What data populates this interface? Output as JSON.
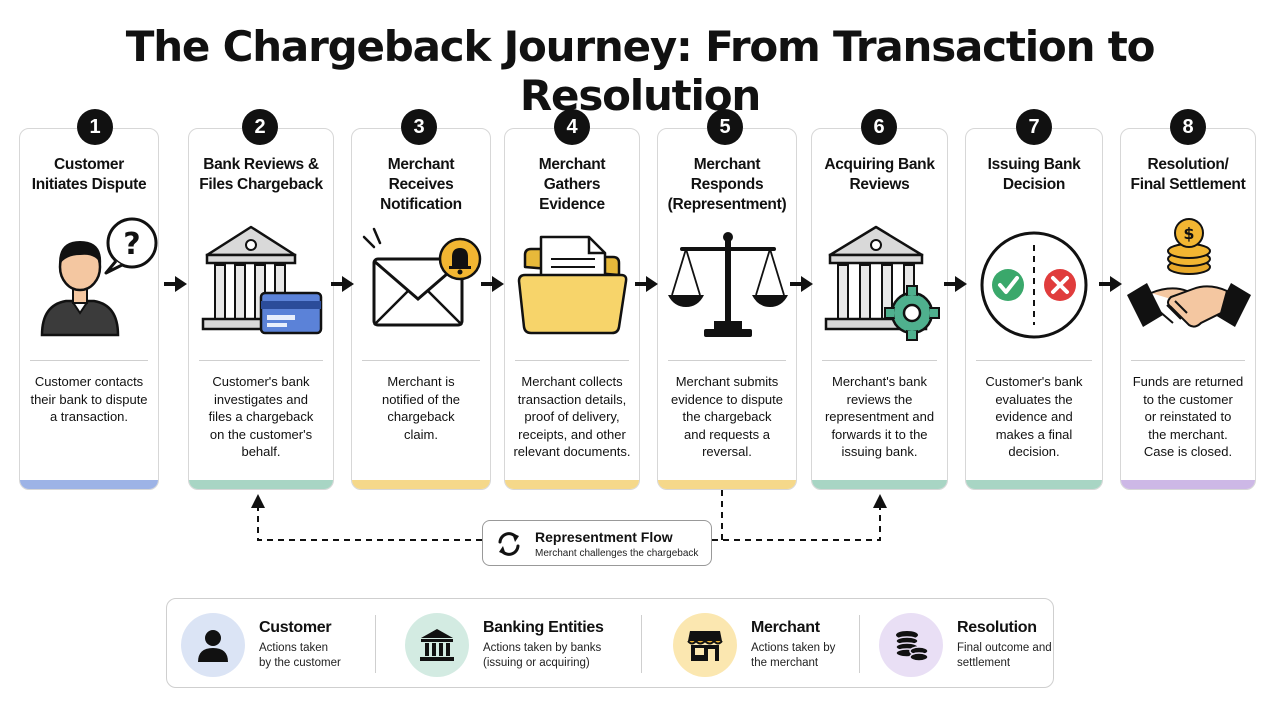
{
  "title": "The Chargeback Journey: From Transaction to Resolution",
  "steps": [
    {
      "num": "1",
      "name": "Customer\nInitiates Dispute",
      "desc": "Customer contacts\ntheir bank to dispute\na transaction.",
      "category": "customer",
      "icon": "customer-question-icon"
    },
    {
      "num": "2",
      "name": "Bank Reviews &\nFiles Chargeback",
      "desc": "Customer's bank\ninvestigates and\nfiles a chargeback\non the customer's\nbehalf.",
      "category": "bank",
      "icon": "bank-card-icon"
    },
    {
      "num": "3",
      "name": "Merchant\nReceives\nNotification",
      "desc": "Merchant is\nnotified of the\nchargeback\nclaim.",
      "category": "merchant",
      "icon": "envelope-bell-icon"
    },
    {
      "num": "4",
      "name": "Merchant\nGathers\nEvidence",
      "desc": "Merchant collects\ntransaction details,\nproof of delivery,\nreceipts, and other\nrelevant documents.",
      "category": "merchant",
      "icon": "folder-documents-icon"
    },
    {
      "num": "5",
      "name": "Merchant\nResponds\n(Representment)",
      "desc": "Merchant submits\nevidence to dispute\nthe chargeback\nand requests a\nreversal.",
      "category": "merchant",
      "icon": "scales-icon"
    },
    {
      "num": "6",
      "name": "Acquiring Bank\nReviews",
      "desc": "Merchant's bank\nreviews the\nrepresentment and\nforwards it to the\nissuing bank.",
      "category": "bank",
      "icon": "bank-gear-icon"
    },
    {
      "num": "7",
      "name": "Issuing Bank\nDecision",
      "desc": "Customer's bank\nevaluates the\nevidence and\nmakes a final\ndecision.",
      "category": "bank",
      "icon": "decision-check-x-icon"
    },
    {
      "num": "8",
      "name": "Resolution/\nFinal Settlement",
      "desc": "Funds are returned\nto the customer\nor reinstated to\nthe merchant.\nCase is closed.",
      "category": "resolution",
      "icon": "handshake-coins-icon"
    }
  ],
  "flow": {
    "title": "Representment Flow",
    "subtitle": "Merchant challenges the chargeback"
  },
  "legend": [
    {
      "title": "Customer",
      "desc": "Actions taken\nby the customer",
      "icon": "person-icon"
    },
    {
      "title": "Banking Entities",
      "desc": "Actions taken by banks\n(issuing or acquiring)",
      "icon": "bank-icon"
    },
    {
      "title": "Merchant",
      "desc": "Actions taken by\nthe merchant",
      "icon": "storefront-icon"
    },
    {
      "title": "Resolution",
      "desc": "Final outcome and\nsettlement",
      "icon": "coins-icon"
    }
  ],
  "colors": {
    "customer": "#9db3e6",
    "bank": "#a8d5c4",
    "merchant": "#f5d88a",
    "resolution": "#cdb8e6",
    "customer_bg": "#dbe4f5",
    "bank_bg": "#d3ebe2",
    "merchant_bg": "#fbe7b0",
    "resolution_bg": "#e9dff5",
    "accent_blue": "#3d6fd1",
    "accent_green": "#3aa86b",
    "accent_red": "#e03c3c",
    "accent_gold": "#f2b632"
  }
}
